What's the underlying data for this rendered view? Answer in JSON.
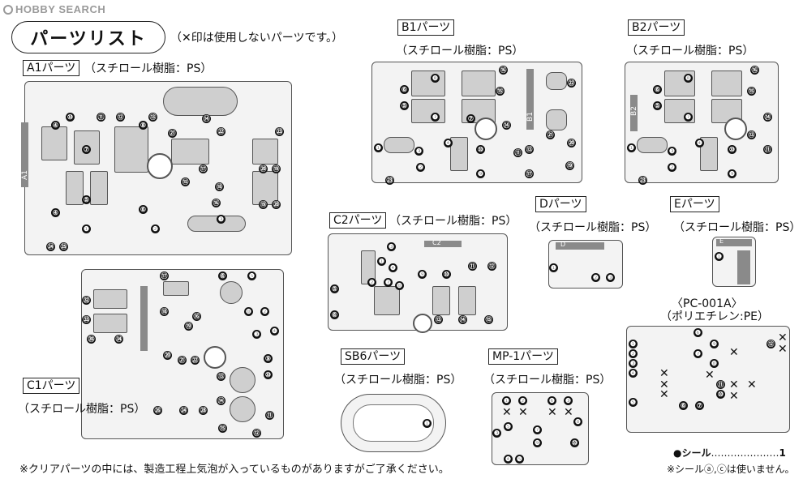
{
  "watermark": "HOBBY SEARCH",
  "title": "パーツリスト",
  "header_note": "（✕印は使用しないパーツです。）",
  "sections": {
    "a1": {
      "label": "A1パーツ",
      "material": "（スチロール樹脂：PS）",
      "runner_tag": "A1"
    },
    "b1": {
      "label": "B1パーツ",
      "material": "（スチロール樹脂：PS）",
      "runner_tag": "B1"
    },
    "b2": {
      "label": "B2パーツ",
      "material": "（スチロール樹脂：PS）",
      "runner_tag": "B2"
    },
    "c1": {
      "label": "C1パーツ",
      "material": "（スチロール樹脂：PS）"
    },
    "c2": {
      "label": "C2パーツ",
      "material": "（スチロール樹脂：PS）",
      "runner_tag": "C2"
    },
    "d": {
      "label": "Dパーツ",
      "material": "（スチロール樹脂：PS）",
      "runner_tag": "D"
    },
    "e": {
      "label": "Eパーツ",
      "material": "（スチロール樹脂：PS）",
      "runner_tag": "E"
    },
    "sb6": {
      "label": "SB6パーツ",
      "material": "（スチロール樹脂：PS）"
    },
    "mp1": {
      "label": "MP-1パーツ",
      "material": "（スチロール樹脂：PS）"
    },
    "pc": {
      "label": "〈PC-001A〉",
      "material": "（ポリエチレン:PE）"
    }
  },
  "bubbles": {
    "a1": [
      "⑩",
      "⑪",
      "⑫",
      "⑬",
      "⑭",
      "⑧",
      "④",
      "⑦",
      "㉑",
      "㉒",
      "㉓",
      "⑮",
      "⑰",
      "⑱",
      "⑳",
      "⑲",
      "④",
      "⑤",
      "⑥",
      "⑯",
      "⑲",
      "⑳",
      "❶",
      "❷",
      "❸",
      "㉔",
      "㉕"
    ],
    "b1": [
      "⑯",
      "❽",
      "⑥",
      "⑮",
      "⑤",
      "❼",
      "⑦",
      "❹",
      "❶",
      "❸",
      "❷",
      "⑩",
      "⑬",
      "⑪",
      "❾",
      "⑰",
      "⑲",
      "⑳",
      "㉑",
      "㉒",
      "⑭",
      "㉓"
    ],
    "b2": [
      "⑯",
      "❽",
      "⑥",
      "⑮",
      "⑤",
      "❼",
      "❹",
      "❶",
      "❸",
      "❷",
      "⑩",
      "⑪",
      "⑬",
      "❾",
      "⑭",
      "㉓"
    ],
    "c1": [
      "⑰",
      "⑥",
      "❺",
      "㉜",
      "⑱",
      "⑯",
      "⑲",
      "❽",
      "㉝",
      "❷",
      "❹",
      "❸",
      "㉟",
      "㉞",
      "⑳",
      "㉑",
      "㉒",
      "⑨",
      "⑩",
      "⑬",
      "⑭",
      "⑪",
      "⑫",
      "㉖",
      "㉔",
      "㉘",
      "⑮"
    ],
    "c2": [
      "❸",
      "❶",
      "❹",
      "❷",
      "❼",
      "❽",
      "⑤",
      "⑥",
      "❾",
      "⑩",
      "⑪",
      "⑫",
      "⑬",
      "⑭",
      "⑮"
    ],
    "d": [
      "❶",
      "❷",
      "❸"
    ],
    "e": [
      "❶"
    ],
    "sb6": [
      "❶"
    ],
    "mp1": [
      "❶",
      "❷",
      "❻",
      "❸",
      "❺",
      "❼",
      "❽",
      "❸",
      "❾",
      "⑩",
      "❹",
      "❺"
    ],
    "pc": [
      "❻",
      "❶",
      "❷",
      "❸",
      "❹",
      "❼",
      "❽",
      "❾",
      "❺",
      "⑥",
      "⑦",
      "⑪",
      "⑩",
      "⑫"
    ]
  },
  "seal": {
    "label": "●シール",
    "dots": "…………………",
    "count": "1"
  },
  "seal_note": "※シールⓐ,ⓒは使いません。",
  "clear_note": "※クリアパーツの中には、製造工程上気泡が入っているものがありますがご了承ください。"
}
